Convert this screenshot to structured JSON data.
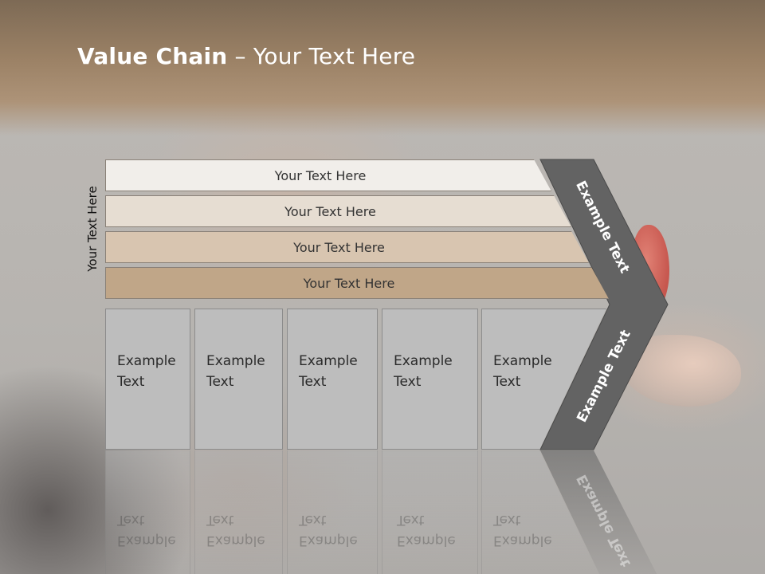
{
  "slide": {
    "title_bold": "Value Chain",
    "title_rest": " – Your Text Here",
    "side_label": "Your Text Here",
    "bars": [
      {
        "label": "Your Text Here",
        "color": "#f1eeea"
      },
      {
        "label": "Your Text Here",
        "color": "#e6ddd2"
      },
      {
        "label": "Your Text Here",
        "color": "#d8c5b0"
      },
      {
        "label": "Your Text Here",
        "color": "#c0a688"
      }
    ],
    "boxes": [
      {
        "line1": "Example",
        "line2": "Text"
      },
      {
        "line1": "Example",
        "line2": "Text"
      },
      {
        "line1": "Example",
        "line2": "Text"
      },
      {
        "line1": "Example",
        "line2": "Text"
      },
      {
        "line1": "Example",
        "line2": "Text"
      }
    ],
    "chevron": {
      "top_text": "Example Text",
      "bottom_text": "Example Text",
      "color": "#636363"
    }
  }
}
